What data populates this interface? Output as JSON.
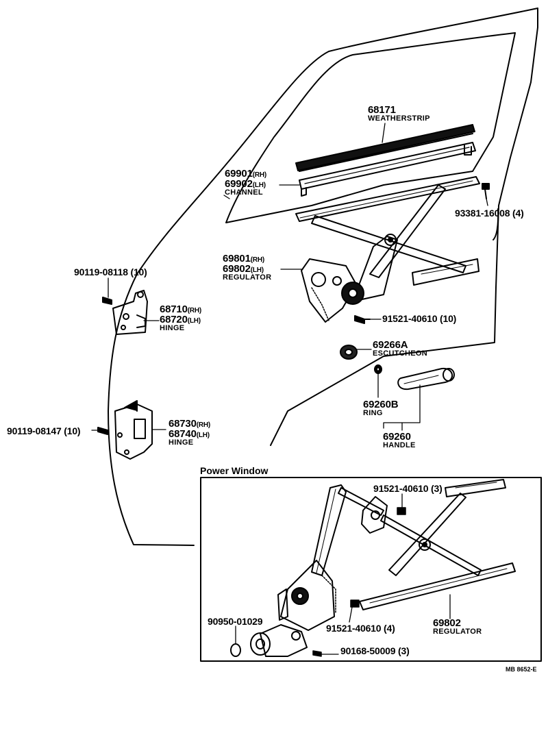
{
  "section_title": "Power Window",
  "figure_code": "MB 8652-E",
  "parts": {
    "weatherstrip": {
      "number": "68171",
      "name": "WEATHERSTRIP"
    },
    "channel": {
      "number_rh": "69901",
      "side_rh": "(RH)",
      "number_lh": "69902",
      "side_lh": "(LH)",
      "name": "CHANNEL"
    },
    "screw_channel": {
      "number": "93381-16008",
      "qty": "(4)"
    },
    "regulator": {
      "number_rh": "69801",
      "side_rh": "(RH)",
      "number_lh": "69802",
      "side_lh": "(LH)",
      "name": "REGULATOR"
    },
    "bolt_regulator": {
      "number": "91521-40610",
      "qty": "(10)"
    },
    "escutcheon": {
      "number": "69266A",
      "name": "ESCUTCHEON"
    },
    "ring": {
      "number": "69260B",
      "name": "RING"
    },
    "handle": {
      "number": "69260",
      "name": "HANDLE"
    },
    "bolt_upper_hinge": {
      "number": "90119-08118",
      "qty": "(10)"
    },
    "upper_hinge": {
      "number_rh": "68710",
      "side_rh": "(RH)",
      "number_lh": "68720",
      "side_lh": "(LH)",
      "name": "HINGE"
    },
    "bolt_lower_hinge": {
      "number": "90119-08147",
      "qty": "(10)"
    },
    "lower_hinge": {
      "number_rh": "68730",
      "side_rh": "(RH)",
      "number_lh": "68740",
      "side_lh": "(LH)",
      "name": "HINGE"
    }
  },
  "power_window": {
    "bolt_top": {
      "number": "91521-40610",
      "qty": "(3)"
    },
    "bolt_mid": {
      "number": "91521-40610",
      "qty": "(4)"
    },
    "grommet": {
      "number": "90950-01029"
    },
    "screw_motor": {
      "number": "90168-50009",
      "qty": "(3)"
    },
    "regulator": {
      "number": "69802",
      "name": "REGULATOR"
    }
  }
}
